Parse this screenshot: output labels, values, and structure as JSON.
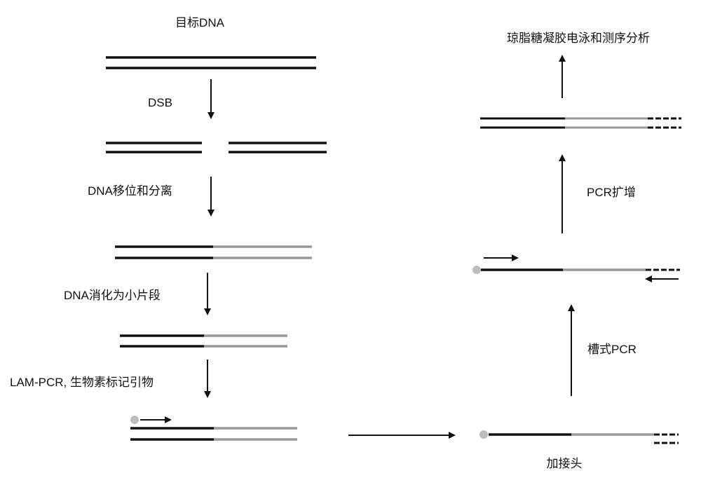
{
  "colors": {
    "dark": "#111111",
    "gray": "#999999",
    "dot": "#bdbdbd",
    "background": "#ffffff"
  },
  "labels": {
    "target_dna": "目标DNA",
    "dsb": "DSB",
    "translocation": "DNA移位和分离",
    "digestion": "DNA消化为小片段",
    "lam_pcr": "LAM-PCR, 生物素标记引物",
    "adapter": "加接头",
    "nested_pcr": "槽式PCR",
    "pcr_amp": "PCR扩增",
    "analysis": "琼脂糖凝胶电泳和测序分析"
  },
  "icons": {
    "biotin_marker": "circle",
    "primer": "arrow-right",
    "reverse_primer": "arrow-left",
    "dashed_end": "dashed-line"
  }
}
